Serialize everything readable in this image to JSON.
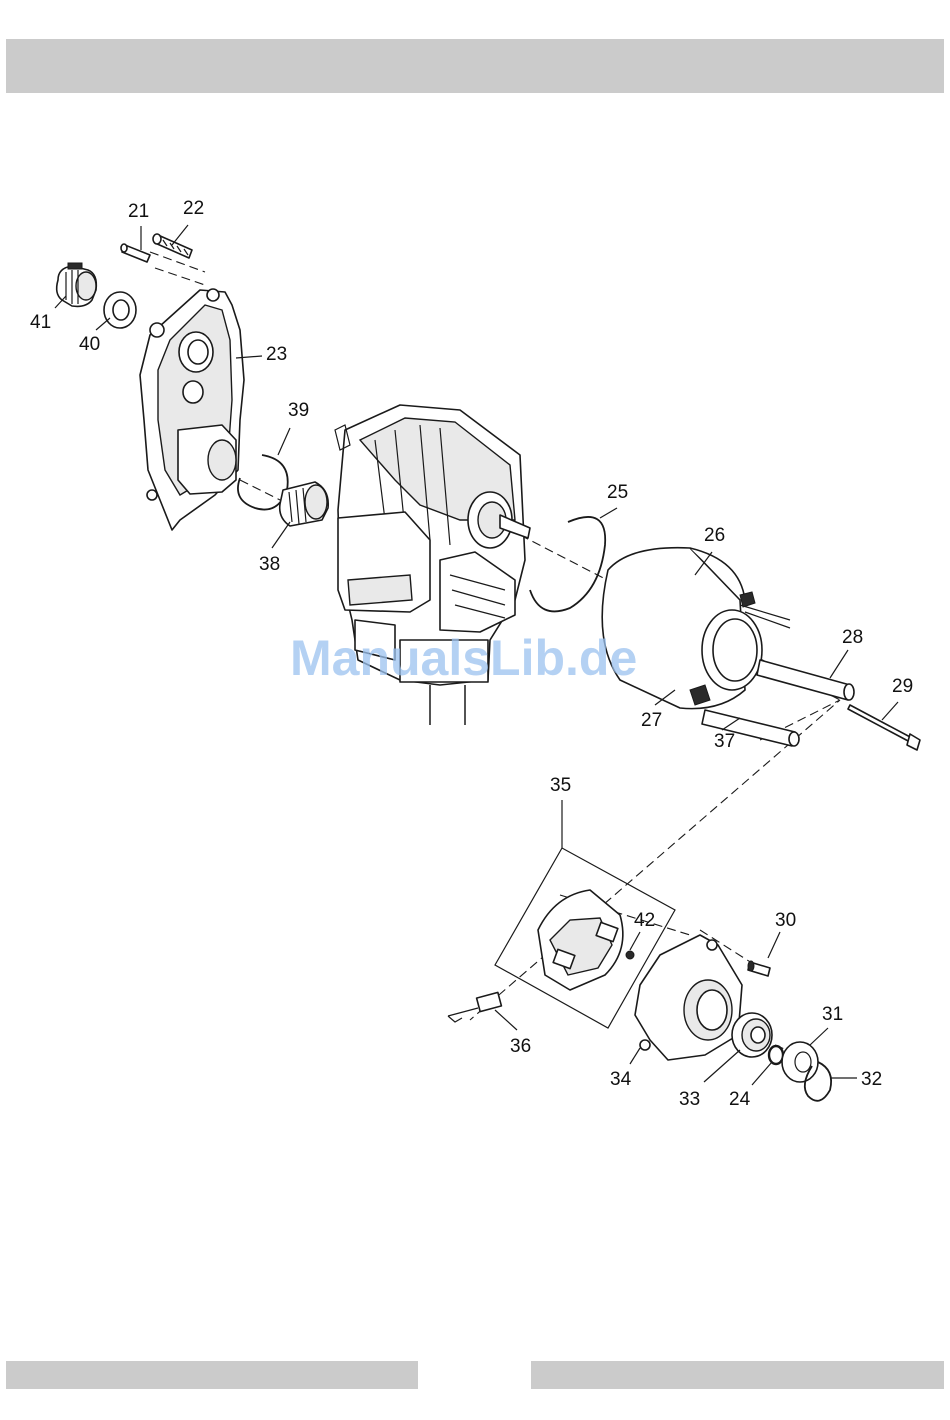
{
  "watermark": "ManualsLib.de",
  "callouts": [
    {
      "id": "21",
      "label": "21"
    },
    {
      "id": "22",
      "label": "22"
    },
    {
      "id": "41",
      "label": "41"
    },
    {
      "id": "40",
      "label": "40"
    },
    {
      "id": "23",
      "label": "23"
    },
    {
      "id": "39",
      "label": "39"
    },
    {
      "id": "38",
      "label": "38"
    },
    {
      "id": "25",
      "label": "25"
    },
    {
      "id": "26",
      "label": "26"
    },
    {
      "id": "28",
      "label": "28"
    },
    {
      "id": "29",
      "label": "29"
    },
    {
      "id": "27",
      "label": "27"
    },
    {
      "id": "37",
      "label": "37"
    },
    {
      "id": "35",
      "label": "35"
    },
    {
      "id": "42",
      "label": "42"
    },
    {
      "id": "30",
      "label": "30"
    },
    {
      "id": "31",
      "label": "31"
    },
    {
      "id": "32",
      "label": "32"
    },
    {
      "id": "36",
      "label": "36"
    },
    {
      "id": "34",
      "label": "34"
    },
    {
      "id": "33",
      "label": "33"
    },
    {
      "id": "24",
      "label": "24"
    }
  ]
}
